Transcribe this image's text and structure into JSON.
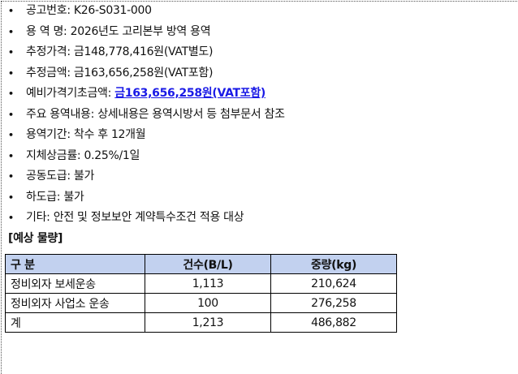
{
  "notice": {
    "items": [
      {
        "label": "공고번호:",
        "value": "K26-S031-000"
      },
      {
        "label": "용 역 명:",
        "value": "2026년도 고리본부 방역 용역"
      },
      {
        "label": "추정가격:",
        "value": "금148,778,416원(VAT별도)"
      },
      {
        "label": "추정금액:",
        "value": "금163,656,258원(VAT포함)"
      },
      {
        "label": "예비가격기초금액:",
        "value": "금163,656,258원(VAT포함)",
        "highlight_color": "#1a1ae6"
      },
      {
        "label": "주요 용역내용:",
        "value": "상세내용은 용역시방서 등 첨부문서 참조"
      },
      {
        "label": "용역기간:",
        "value": "착수 후 12개월"
      },
      {
        "label": "지체상금률:",
        "value": "0.25%/1일"
      },
      {
        "label": "공동도급:",
        "value": "불가"
      },
      {
        "label": "하도급:",
        "value": "불가"
      },
      {
        "label": "기타:",
        "value": "안전 및 정보보안 계약특수조건 적용 대상"
      }
    ],
    "bullet_symbol": "•"
  },
  "quantity_section": {
    "heading": "[예상 물량]",
    "header_color": "#c2d1ef",
    "columns": [
      "구 분",
      "건수(B/L)",
      "중량(kg)"
    ],
    "rows": [
      [
        "정비외자 보세운송",
        "1,113",
        "210,624"
      ],
      [
        "정비외자 사업소 운송",
        "100",
        "276,258"
      ],
      [
        "계",
        "1,213",
        "486,882"
      ]
    ]
  }
}
